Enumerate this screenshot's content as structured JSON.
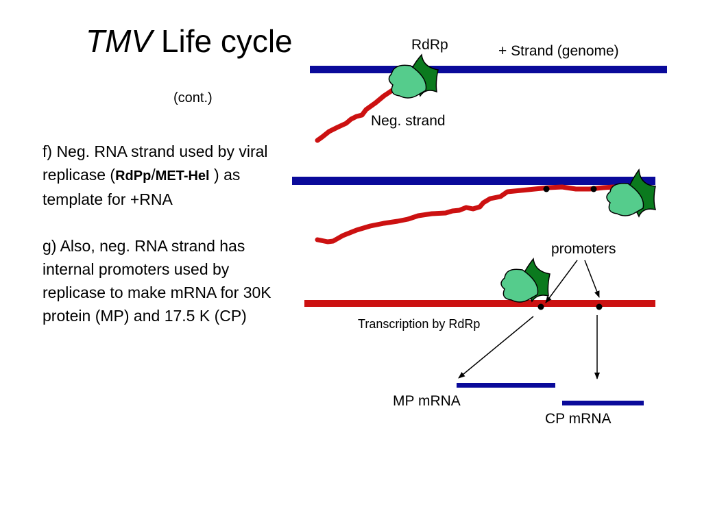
{
  "slide": {
    "title_italic": "TMV",
    "title_rest": " Life cycle",
    "subtitle": "(cont.)",
    "point_f": {
      "prefix": "f) Neg. RNA strand used by viral replicase (",
      "bold1": "RdPp",
      "sep": "/",
      "bold2": "MET-Hel",
      "suffix": " ) as template for +RNA"
    },
    "point_g": "g) Also, neg. RNA strand has internal promoters used by replicase to make mRNA for 30K protein (MP)  and 17.5 K (CP)"
  },
  "diagram": {
    "labels": {
      "rdrp": "RdRp",
      "plus_strand": "+ Strand (genome)",
      "neg_strand": "Neg. strand",
      "promoters": "promoters",
      "transcription": "Transcription by RdRp",
      "mp_mrna": "MP mRNA",
      "cp_mrna": "CP mRNA"
    },
    "colors": {
      "plus_strand": "#0a0a9a",
      "neg_strand": "#cc1111",
      "rdrp_dark": "#0b7a1e",
      "rdrp_light": "#55cc8c",
      "outline": "#000000"
    }
  }
}
